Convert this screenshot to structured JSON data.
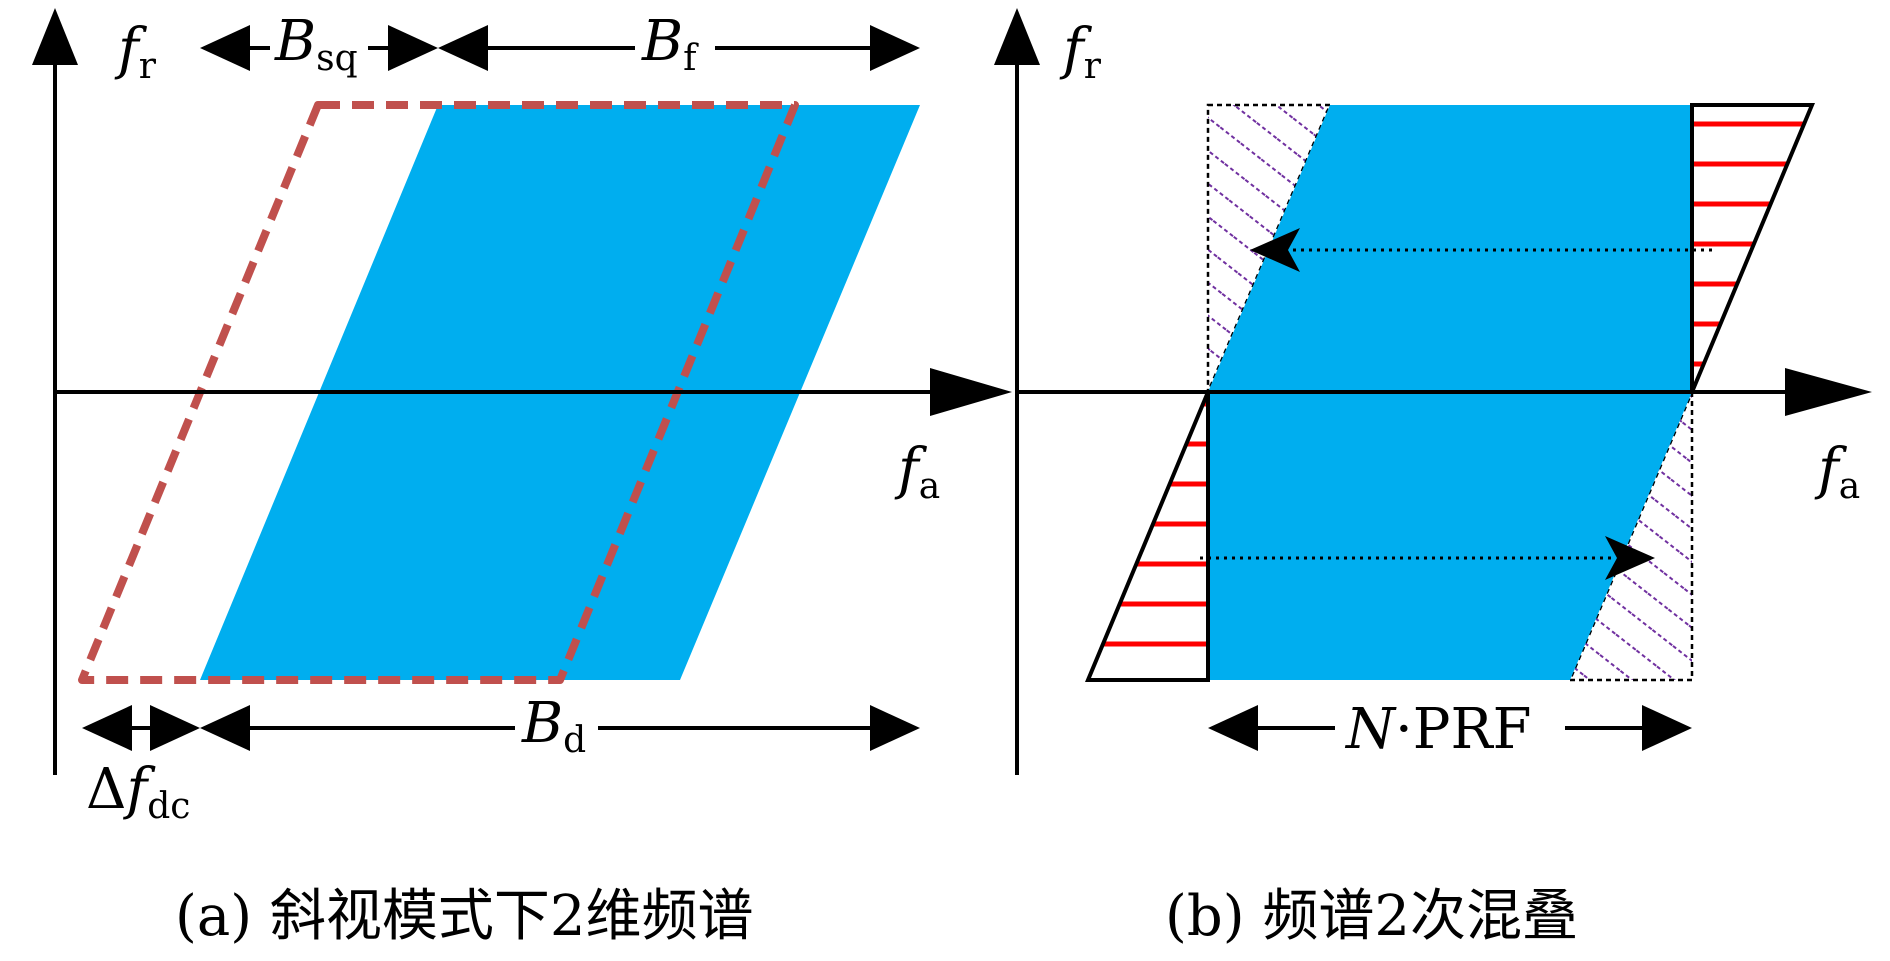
{
  "colors": {
    "spectrum_fill": "#00AEEF",
    "squint_outline": "#C0504D",
    "aliased_stripe_red": "#FF0000",
    "aliased_stripe_purple": "#7030A0",
    "axis": "#000000"
  },
  "panel_a": {
    "y_axis_label": {
      "base": "f",
      "sub": "r"
    },
    "x_axis_label": {
      "base": "f",
      "sub": "a"
    },
    "dim_bsq": {
      "base": "B",
      "sub": "sq"
    },
    "dim_bf": {
      "base": "B",
      "sub": "f"
    },
    "dim_bd": {
      "base": "B",
      "sub": "d"
    },
    "dim_dfdc": {
      "prefix": "Δ",
      "base": "f",
      "sub": "dc"
    },
    "caption": "(a) 斜视模式下2维频谱"
  },
  "panel_b": {
    "y_axis_label": {
      "base": "f",
      "sub": "r"
    },
    "x_axis_label": {
      "base": "f",
      "sub": "a"
    },
    "dim_prf": {
      "base": "N",
      "rest": "·PRF"
    },
    "caption": "(b) 频谱2次混叠"
  }
}
